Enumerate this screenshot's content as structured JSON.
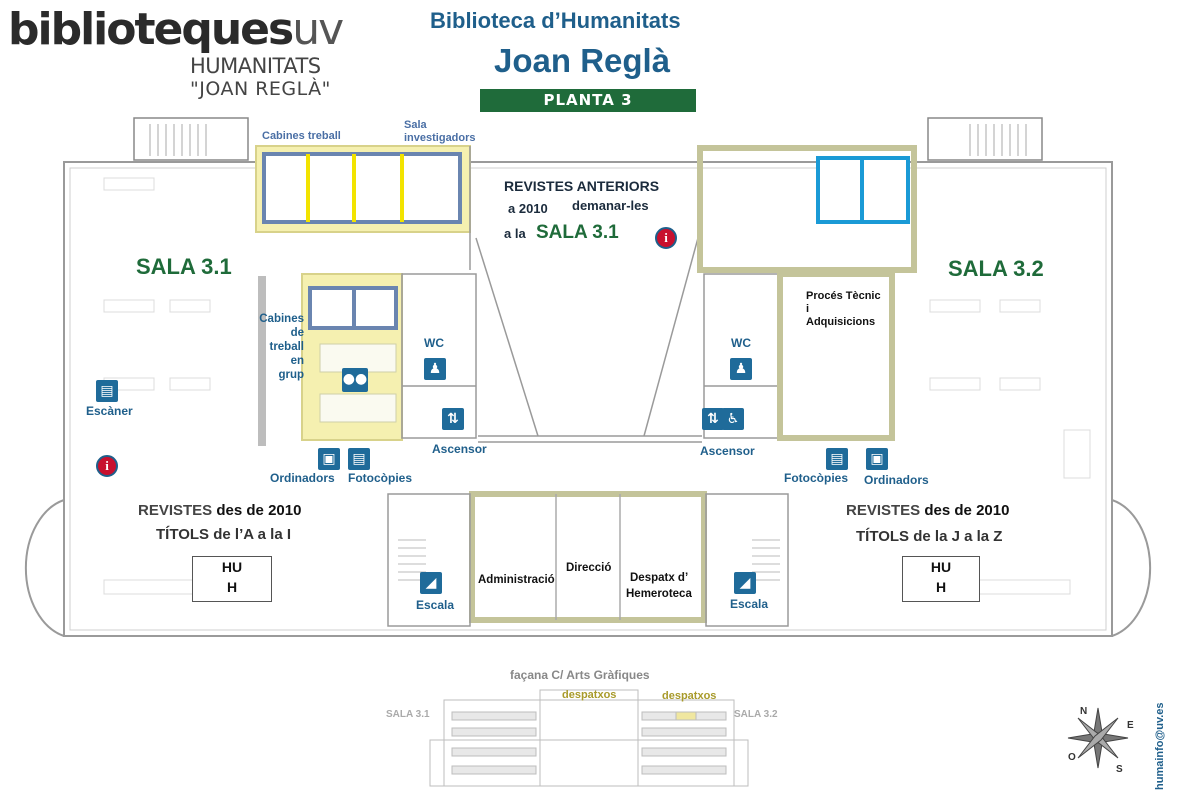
{
  "header": {
    "logo_main": "biblioteques",
    "logo_uv": "uv",
    "logo_sub1": "HUMANITATS",
    "logo_sub2": "\"JOAN REGLÀ\"",
    "title_line1": "Biblioteca d’Humanitats",
    "title_line2": "Joan Reglà",
    "floor": "PLANTA 3"
  },
  "rooms": {
    "cabines_treball": "Cabines treball",
    "sala_investigadors_1": "Sala",
    "sala_investigadors_2": "investigadors",
    "revistes_anteriors_1": "REVISTES ANTERIORS",
    "revistes_anteriors_2a": "a 2010",
    "revistes_anteriors_2b": "demanar-les",
    "revistes_anteriors_3a": "a la",
    "revistes_anteriors_3b": "SALA 3.1",
    "sala_31": "SALA 3.1",
    "sala_32": "SALA 3.2",
    "proces_tecnic_1": "Procés Tècnic",
    "proces_tecnic_2": "i",
    "proces_tecnic_3": "Adquisicions",
    "cabines_grup_1": "Cabines",
    "cabines_grup_2": "de",
    "cabines_grup_3": "treball",
    "cabines_grup_4": "en",
    "cabines_grup_5": "grup",
    "wc_left": "WC",
    "wc_right": "WC",
    "ascensor_left": "Ascensor",
    "ascensor_right": "Ascensor",
    "escaner": "Escàner",
    "ordinadors_left": "Ordinadors",
    "fotocopies_left": "Fotocòpies",
    "fotocopies_right": "Fotocòpies",
    "ordinadors_right": "Ordinadors",
    "escala_left": "Escala",
    "escala_right": "Escala",
    "administracio": "Administració",
    "direccio": "Direcció",
    "despatx_1": "Despatx d’",
    "despatx_2": "Hemeroteca",
    "revistes_left_1": "REVISTES",
    "revistes_left_1b": "des de",
    "revistes_left_1c": "2010",
    "titols_left": "TÍTOLS de l’A a la I",
    "revistes_right_1": "REVISTES",
    "revistes_right_1b": "des de",
    "revistes_right_1c": "2010",
    "titols_right": "TÍTOLS de la J a la Z",
    "hu_left_1": "HU",
    "hu_left_2": "H",
    "hu_right_1": "HU",
    "hu_right_2": "H"
  },
  "facade": {
    "title": "façana C/ Arts Gràfiques",
    "despatxos_1": "despatxos",
    "despatxos_2": "despatxos",
    "sala_left": "SALA",
    "sala_left_num": "3.1",
    "sala_right": "SALA",
    "sala_right_num": "3.2"
  },
  "compass": {
    "n": "N",
    "e": "E",
    "s": "S",
    "o": "O"
  },
  "contact": "humainfo@uv.es",
  "colors": {
    "title_blue": "#1f5f8b",
    "sala_green": "#1f6b3a",
    "cabin_yellow": "#f2e97a",
    "cabin_border": "#6a85b0",
    "investigador_blue": "#1a9ad6",
    "admin_wall": "#b8b88a",
    "info_red": "#c8102e"
  }
}
